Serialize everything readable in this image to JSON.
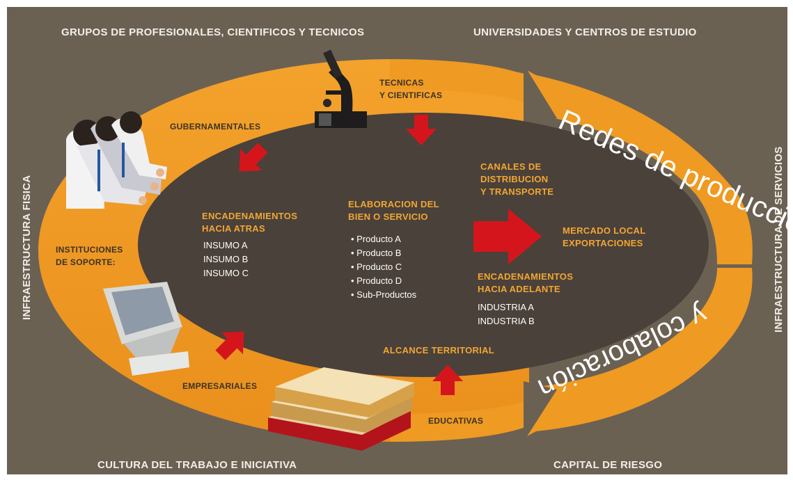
{
  "borders": {
    "top_left": "GRUPOS DE PROFESIONALES, CIENTIFICOS Y TECNICOS",
    "top_right": "UNIVERSIDADES Y CENTROS DE ESTUDIO",
    "left": "INFRAESTRUCTURA FISICA",
    "right": "INFRAESTRUCTURA DE SERVICIOS",
    "bottom_left": "CULTURA DEL TRABAJO E INICIATIVA",
    "bottom_right": "CAPITAL DE RIESGO"
  },
  "ring": {
    "title_top": "Redes de producción",
    "title_bottom": "y colaboración",
    "labels": {
      "gubernamentales": "GUBERNAMENTALES",
      "tecnicas_l1": "TECNICAS",
      "tecnicas_l2": "Y CIENTIFICAS",
      "instituciones_l1": "INSTITUCIONES",
      "instituciones_l2": "DE SOPORTE:",
      "empresariales": "EMPRESARIALES",
      "educativas": "EDUCATIVAS"
    }
  },
  "center": {
    "backward": {
      "title_l1": "ENCADENAMIENTOS",
      "title_l2": "HACIA ATRAS",
      "items": [
        "INSUMO A",
        "INSUMO B",
        "INSUMO C"
      ]
    },
    "elaboration": {
      "title_l1": "ELABORACION DEL",
      "title_l2": "BIEN O SERVICIO",
      "items": [
        "• Producto A",
        "• Producto B",
        "• Producto C",
        "• Producto D",
        "• Sub-Productos"
      ]
    },
    "channels": {
      "l1": "CANALES DE",
      "l2": "DISTRIBUCION",
      "l3": "Y TRANSPORTE"
    },
    "market": {
      "l1": "MERCADO LOCAL",
      "l2": "EXPORTACIONES"
    },
    "forward": {
      "title_l1": "ENCADENAMIENTOS",
      "title_l2": "HACIA ADELANTE",
      "items": [
        "INDUSTRIA A",
        "INDUSTRIA B"
      ]
    },
    "territorial": "ALCANCE TERRITORIAL"
  },
  "colors": {
    "background": "#6b6153",
    "ring": "#f09a22",
    "ellipse": "#4a413a",
    "arrow": "#d4161c",
    "orange_text": "#f2a634"
  },
  "icons": [
    "microscope-icon",
    "people-icon",
    "computer-monitor-icon",
    "books-icon"
  ]
}
